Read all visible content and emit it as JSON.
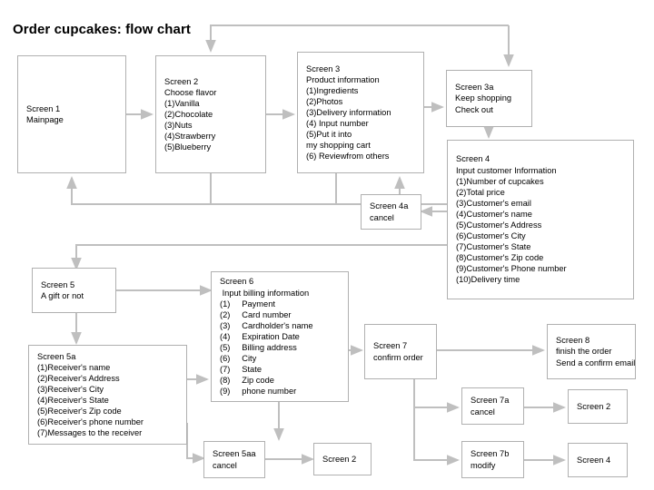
{
  "title": "Order cupcakes: flow chart",
  "colors": {
    "box_border": "#b0b0b0",
    "connector": "#bfbfbf",
    "text": "#000000",
    "background": "#ffffff"
  },
  "nodes": {
    "screen1": {
      "text": "Screen 1\nMainpage"
    },
    "screen2": {
      "text": "Screen 2\nChoose flavor\n(1)Vanilla\n(2)Chocolate\n(3)Nuts\n(4)Strawberry\n(5)Blueberry"
    },
    "screen3": {
      "text": "Screen 3\nProduct information\n(1)Ingredients\n(2)Photos\n(3)Delivery information\n(4) Input number\n(5)Put it into\nmy shopping cart\n(6) Reviewfrom others"
    },
    "screen3a": {
      "text": "Screen 3a\nKeep shopping\nCheck out"
    },
    "screen4": {
      "text": "Screen 4\nInput customer Information\n(1)Number of cupcakes\n(2)Total price\n(3)Customer's email\n(4)Customer's name\n(5)Customer's Address\n(6)Customer's City\n(7)Customer's State\n(8)Customer's Zip code\n(9)Customer's Phone number\n(10)Delivery time"
    },
    "screen4a": {
      "text": "Screen 4a\ncancel"
    },
    "screen5": {
      "text": "Screen 5\nA gift or not"
    },
    "screen5a": {
      "text": "Screen 5a\n(1)Receiver's name\n(2)Receiver's Address\n(3)Receiver's City\n(4)Receiver's State\n(5)Receiver's Zip code\n(6)Receiver's phone number\n(7)Messages to the receiver"
    },
    "screen5aa": {
      "text": "Screen 5aa\ncancel"
    },
    "screen6": {
      "text": "Screen 6\n Input billing information\n(1)     Payment\n(2)     Card number\n(3)     Cardholder's name\n(4)     Expiration Date\n(5)     Billing address\n(6)     City\n(7)     State\n(8)     Zip code\n(9)     phone number"
    },
    "screen7": {
      "text": "Screen 7\nconfirm order"
    },
    "screen7a": {
      "text": "Screen 7a\ncancel"
    },
    "screen7b": {
      "text": "Screen 7b\nmodify"
    },
    "screen8": {
      "text": "Screen 8\nfinish the order\nSend a confirm email"
    },
    "ret_screen2_from5aa": {
      "text": "Screen 2"
    },
    "ret_screen2_from7a": {
      "text": "Screen 2"
    },
    "ret_screen4_from7b": {
      "text": "Screen 4"
    }
  }
}
